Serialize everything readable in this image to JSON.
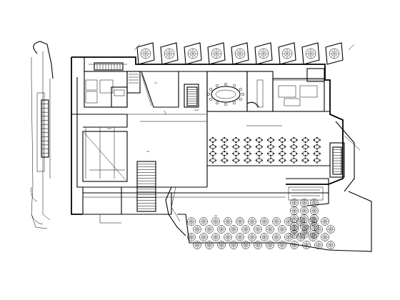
{
  "drawing": {
    "background": "#ffffff",
    "line_color": "#000000",
    "dining_table_rows": 4,
    "dining_table_cols": 10,
    "garden_tree_rows": 4,
    "garden_tree_cols": 12,
    "north_tree_count": 9
  }
}
